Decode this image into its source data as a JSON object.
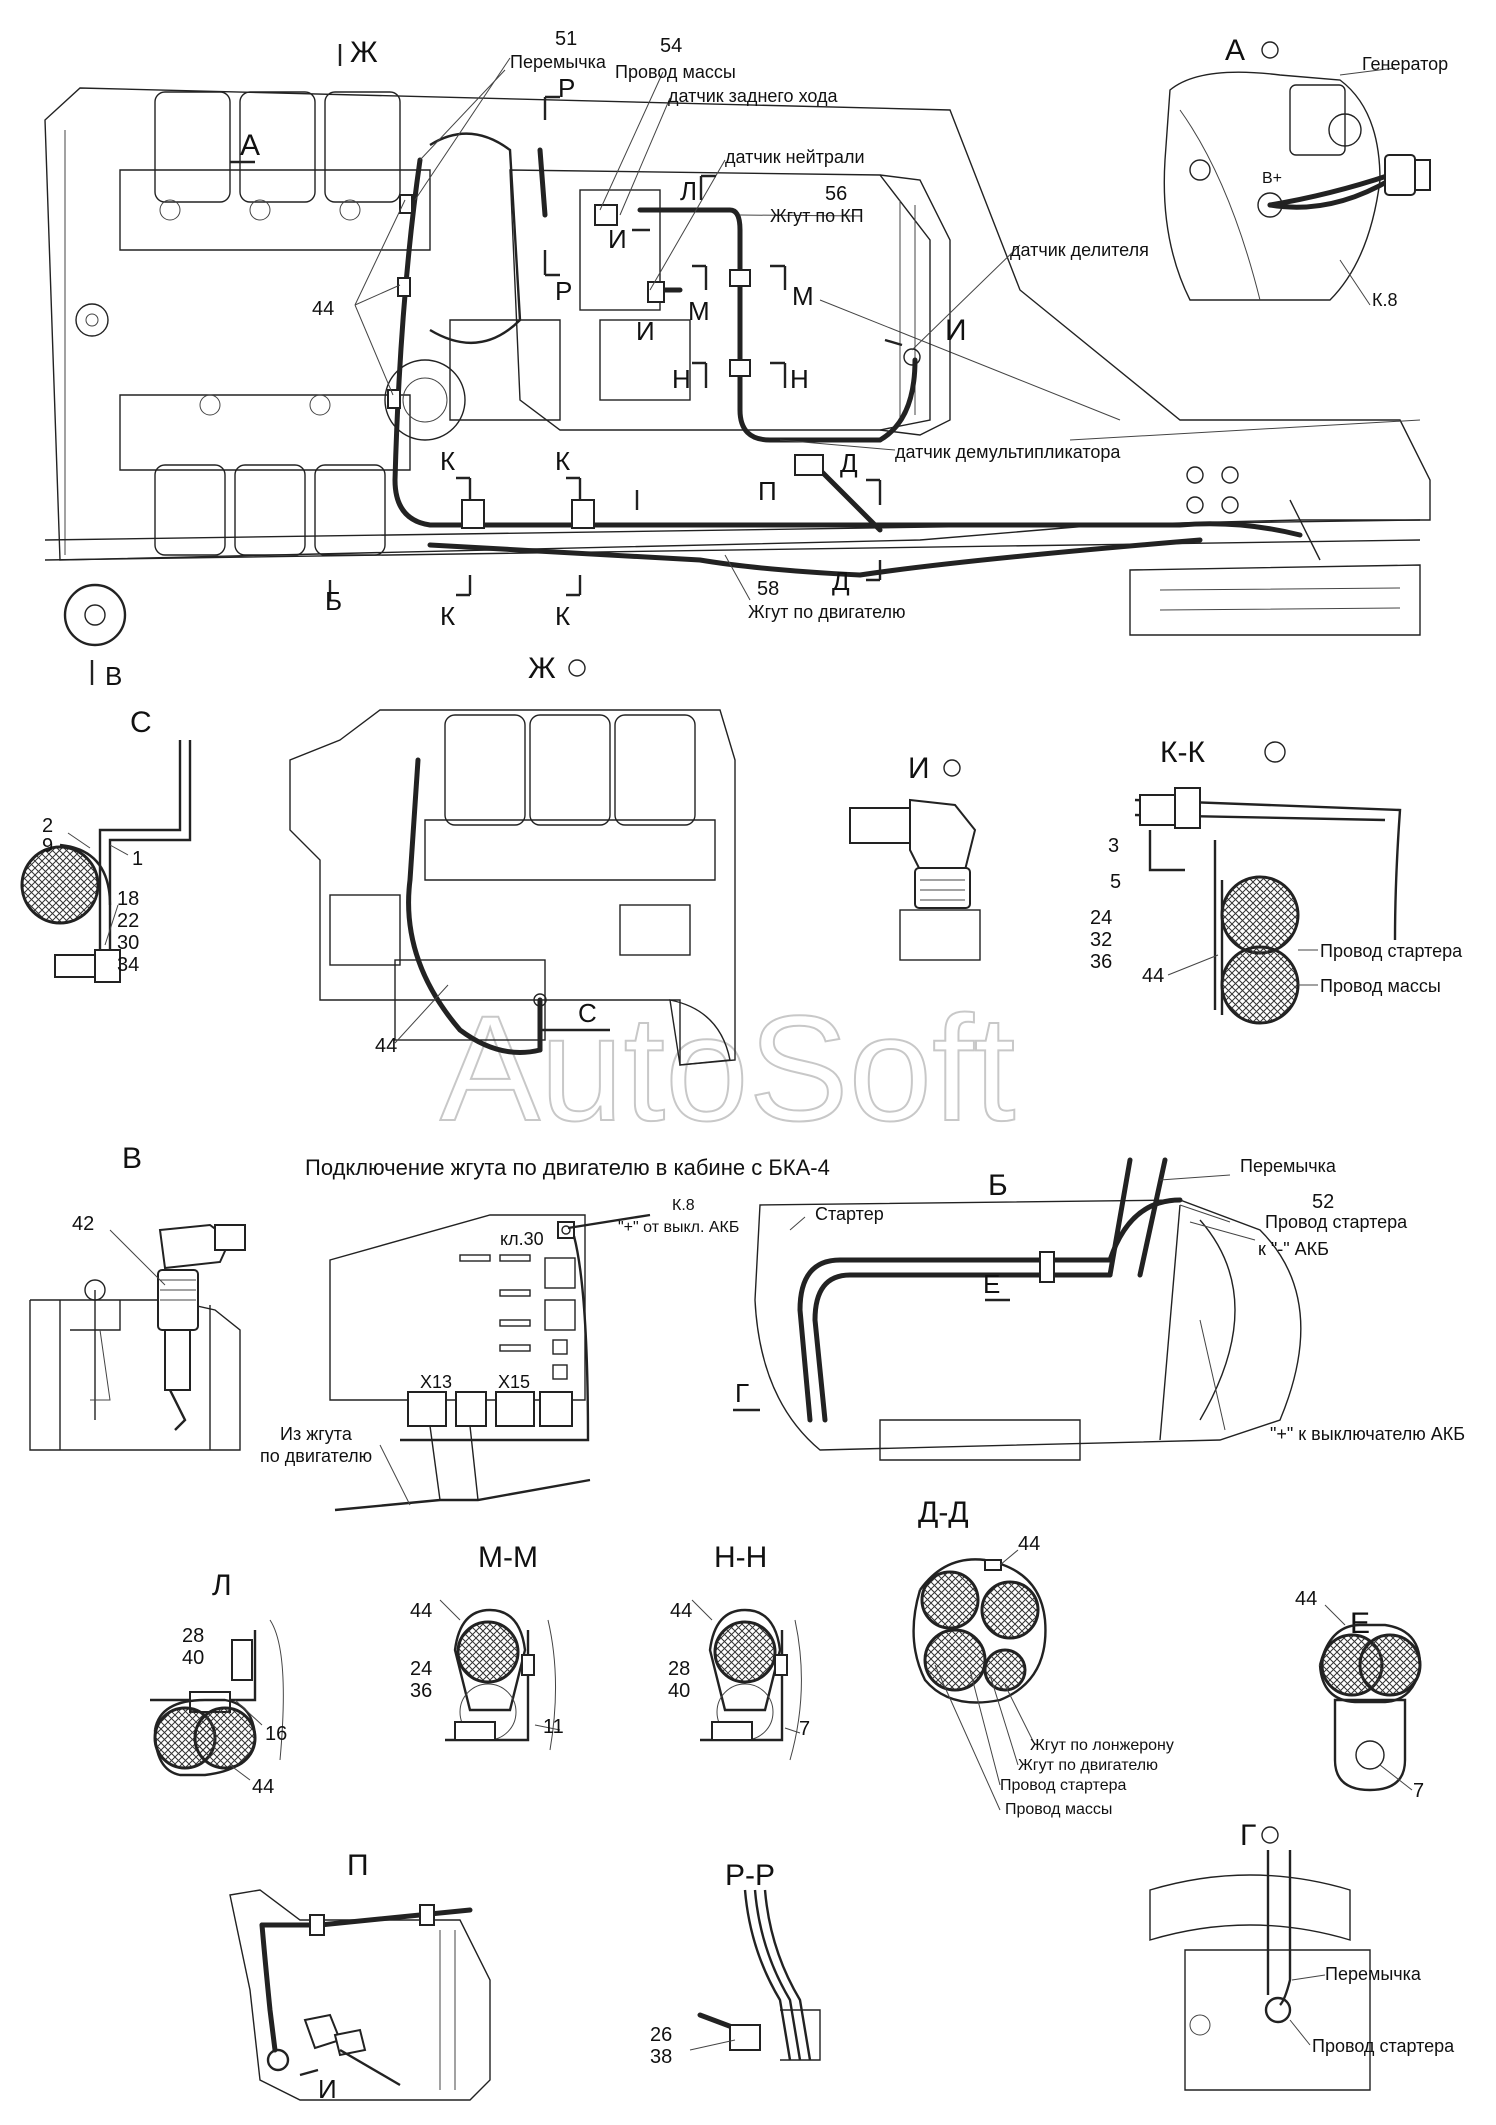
{
  "watermark": "AutoSoft",
  "main_view": {
    "callouts": {
      "n51": "51",
      "jumper": "Перемычка",
      "n54": "54",
      "ground_wire": "Провод массы",
      "reverse_sensor": "датчик заднего хода",
      "neutral_sensor": "датчик нейтрали",
      "n56": "56",
      "gearbox_harness": "Жгут по КП",
      "divider_sensor": "датчик делителя",
      "demultiplier_sensor": "датчик демультипликатора",
      "n58": "58",
      "engine_harness": "Жгут по двигателю",
      "n44": "44"
    },
    "markers": {
      "zh": "Ж",
      "a": "А",
      "r_top": "Р",
      "r_bot": "Р",
      "l": "Л",
      "i1": "И",
      "i2": "И",
      "i3": "И",
      "m1": "М",
      "m2": "М",
      "n1": "Н",
      "n2": "Н",
      "k1": "К",
      "k2": "К",
      "k3": "К",
      "k4": "К",
      "p": "П",
      "d1": "Д",
      "d2": "Д",
      "b": "Б",
      "v": "В"
    }
  },
  "view_a": {
    "title": "А",
    "generator": "Генератор",
    "bplus": "B+",
    "k8": "К.8"
  },
  "view_zh": {
    "title": "Ж",
    "n44": "44",
    "s": "С"
  },
  "view_s": {
    "title": "С",
    "parts": [
      "2",
      "9",
      "1",
      "18",
      "22",
      "30",
      "34"
    ]
  },
  "view_i": {
    "title": "И"
  },
  "view_kk": {
    "title": "К-К",
    "parts": [
      "3",
      "5",
      "24",
      "32",
      "36",
      "44"
    ],
    "starter_wire": "Провод стартера",
    "ground_wire": "Провод массы"
  },
  "view_v": {
    "title": "В",
    "n42": "42"
  },
  "bka": {
    "title": "Подключение жгута по двигателю в кабине с БКА-4",
    "k8": "К.8",
    "plus_from": "\"+\" от выкл. АКБ",
    "kl30": "кл.30",
    "x13": "X13",
    "x15": "X15",
    "from_harness_1": "Из жгута",
    "from_harness_2": "по двигателю"
  },
  "view_b": {
    "title": "Б",
    "jumper": "Перемычка",
    "n52": "52",
    "starter_wire": "Провод стартера",
    "minus_akb": "к \"-\" АКБ",
    "starter": "Стартер",
    "e": "Е",
    "g": "Г",
    "plus_switch": "\"+\" к выключателю АКБ"
  },
  "view_l": {
    "title": "Л",
    "parts": [
      "28",
      "40",
      "16",
      "44"
    ]
  },
  "view_mm": {
    "title": "М-М",
    "parts": [
      "44",
      "24",
      "36",
      "11"
    ]
  },
  "view_nn": {
    "title": "Н-Н",
    "parts": [
      "44",
      "28",
      "40",
      "7"
    ]
  },
  "view_dd": {
    "title": "Д-Д",
    "n44": "44",
    "w1": "Жгут по лонжерону",
    "w2": "Жгут по двигателю",
    "w3": "Провод стартера",
    "w4": "Провод массы"
  },
  "view_e": {
    "title": "Е",
    "parts": [
      "44",
      "7"
    ]
  },
  "view_p": {
    "title": "П",
    "i": "И"
  },
  "view_rr": {
    "title": "Р-Р",
    "parts": [
      "26",
      "38"
    ]
  },
  "view_g": {
    "title": "Г",
    "jumper": "Перемычка",
    "starter_wire": "Провод стартера"
  }
}
